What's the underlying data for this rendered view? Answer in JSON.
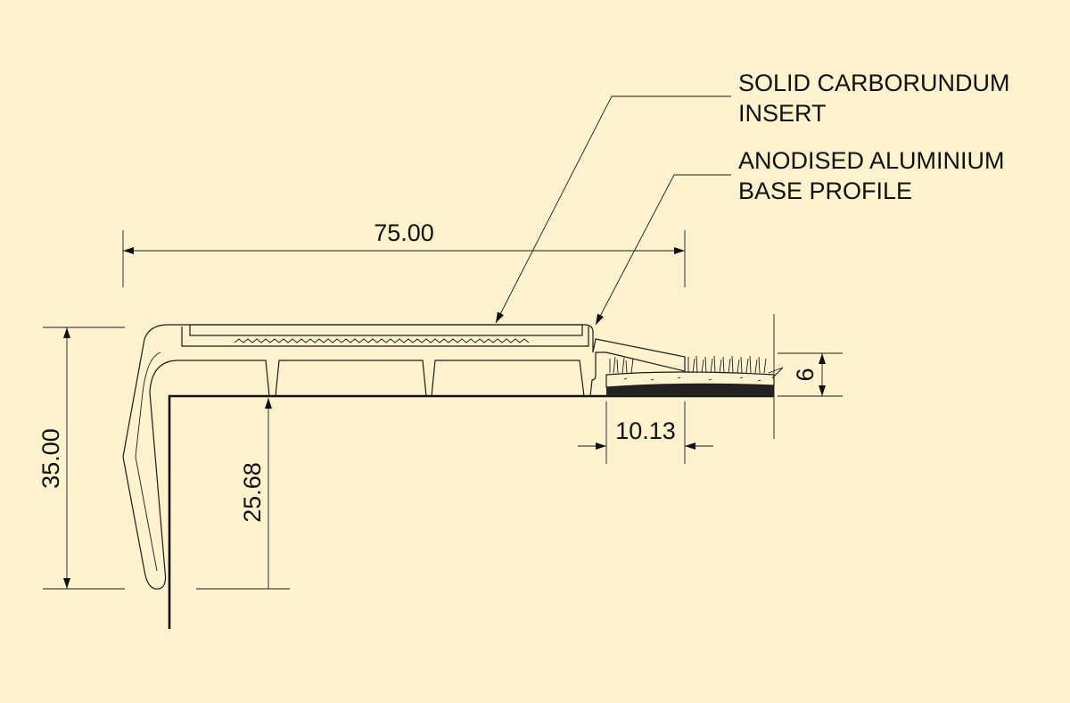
{
  "labels": {
    "insert_line1": "SOLID CARBORUNDUM",
    "insert_line2": "INSERT",
    "base_line1": "ANODISED ALUMINIUM",
    "base_line2": "BASE PROFILE"
  },
  "dimensions": {
    "width": "75.00",
    "height": "35.00",
    "nose_depth": "25.68",
    "lip": "10.13",
    "carpet": "6"
  },
  "colors": {
    "background": "#FFF2CE",
    "line": "#1a1a1a"
  }
}
